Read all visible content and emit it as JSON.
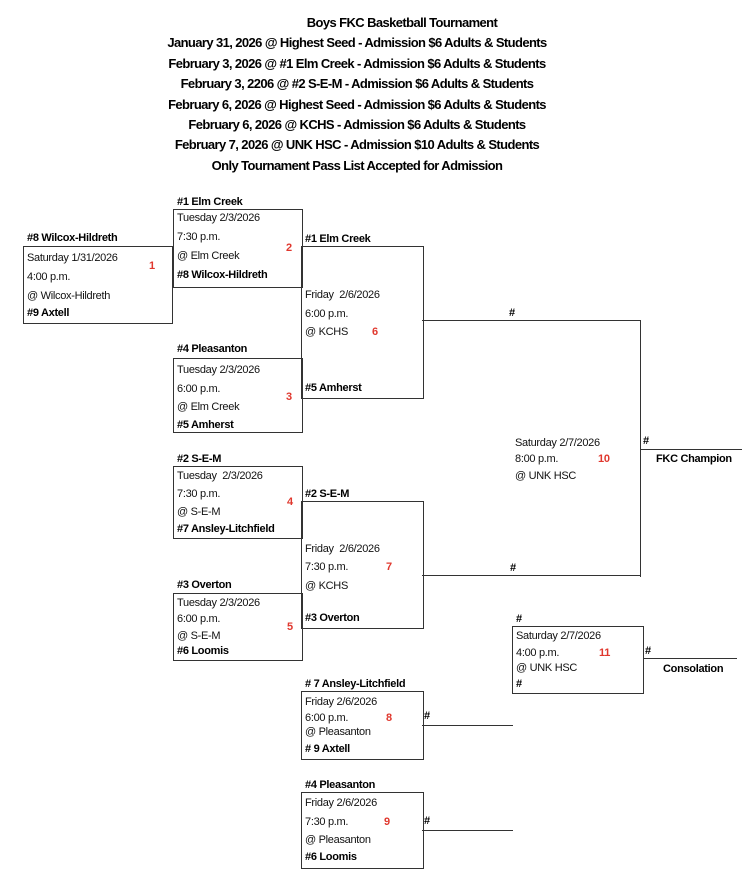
{
  "header": {
    "lines": [
      "Boys FKC Basketball Tournament",
      "January 31, 2026 @ Highest Seed - Admission $6 Adults & Students",
      "February 3, 2026 @ #1 Elm Creek - Admission $6 Adults & Students",
      "February 3, 2206 @ #2 S-E-M - Admission $6 Adults & Students",
      "February 6, 2026 @ Highest Seed - Admission $6 Adults & Students",
      "February 6, 2026 @ KCHS - Admission $6 Adults & Students",
      "February 7, 2026 @ UNK HSC - Admission $10 Adults & Students",
      "Only Tournament Pass List Accepted for Admission"
    ]
  },
  "bracket": {
    "placeholder": "#",
    "games": {
      "game1": {
        "number": "1",
        "top_team": "#8 Wilcox-Hildreth",
        "date": "Saturday 1/31/2026",
        "time": "4:00 p.m.",
        "venue": "@ Wilcox-Hildreth",
        "bottom_team": "#9 Axtell"
      },
      "game2": {
        "number": "2",
        "top_team": "#1 Elm Creek",
        "date": "Tuesday 2/3/2026",
        "time": "7:30 p.m.",
        "venue": "@ Elm Creek",
        "bottom_team": "#8 Wilcox-Hildreth"
      },
      "game3": {
        "number": "3",
        "top_team": "#4 Pleasanton",
        "date": "Tuesday 2/3/2026",
        "time": "6:00 p.m.",
        "venue": "@ Elm Creek",
        "bottom_team": "#5 Amherst"
      },
      "game4": {
        "number": "4",
        "top_team": "#2 S-E-M",
        "date": "Tuesday  2/3/2026",
        "time": "7:30 p.m.",
        "venue": "@ S-E-M",
        "bottom_team": "#7 Ansley-Litchfield"
      },
      "game5": {
        "number": "5",
        "top_team": "#3 Overton",
        "date": "Tuesday 2/3/2026",
        "time": "6:00 p.m.",
        "venue": "@ S-E-M",
        "bottom_team": "#6 Loomis"
      },
      "game6": {
        "number": "6",
        "top_team": "#1 Elm Creek",
        "date": "Friday  2/6/2026",
        "time": "6:00 p.m.",
        "venue": "@ KCHS",
        "bottom_team": "#5 Amherst"
      },
      "game7": {
        "number": "7",
        "top_team": "#2 S-E-M",
        "date": "Friday  2/6/2026",
        "time": "7:30 p.m.",
        "venue": "@ KCHS",
        "bottom_team": "#3 Overton"
      },
      "game8": {
        "number": "8",
        "top_team": "# 7 Ansley-Litchfield",
        "date": "Friday 2/6/2026",
        "time": "6:00 p.m.",
        "venue": "@ Pleasanton",
        "bottom_team": "# 9 Axtell"
      },
      "game9": {
        "number": "9",
        "top_team": "#4 Pleasanton",
        "date": "Friday 2/6/2026",
        "time": "7:30 p.m.",
        "venue": "@ Pleasanton",
        "bottom_team": "#6 Loomis"
      },
      "game10": {
        "number": "10",
        "date": "Saturday 2/7/2026",
        "time": "8:00 p.m.",
        "venue": "@ UNK HSC"
      },
      "game11": {
        "number": "11",
        "top_team": "#",
        "date": "Saturday 2/7/2026",
        "time": "4:00 p.m.",
        "venue": "@ UNK HSC",
        "bottom_team": "#"
      }
    },
    "results": {
      "champion_label": "FKC Champion",
      "consolation_label": "Consolation"
    }
  },
  "colors": {
    "game_number_red": "#E0382E",
    "line_color": "#333333"
  }
}
